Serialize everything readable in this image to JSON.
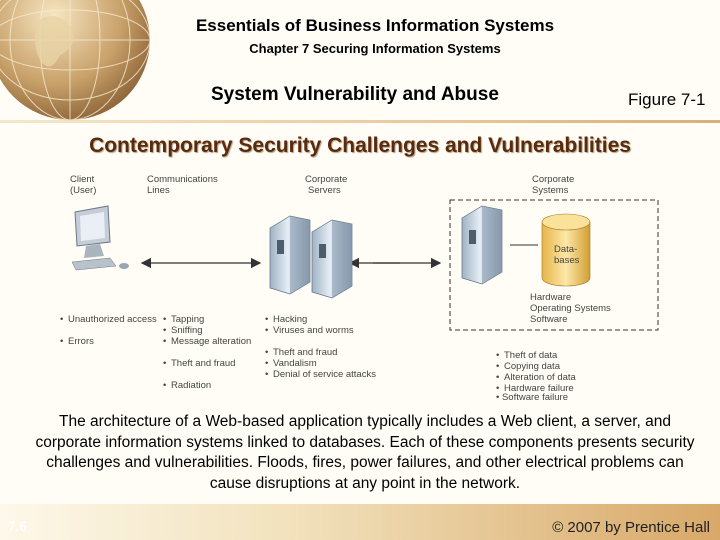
{
  "header": {
    "title": "Essentials of Business Information Systems",
    "subtitle": "Chapter 7 Securing Information Systems"
  },
  "section_title": "System Vulnerability and Abuse",
  "figure_label": "Figure 7-1",
  "headline": "Contemporary Security Challenges and Vulnerabilities",
  "diagram": {
    "client_label": [
      "Client",
      "(User)"
    ],
    "comm_label": [
      "Communications",
      "Lines"
    ],
    "servers_label": [
      "Corporate",
      "Servers"
    ],
    "systems_label": [
      "Corporate",
      "Systems"
    ],
    "db_label": [
      "Data-",
      "bases"
    ],
    "systems_components": [
      "Hardware",
      "Operating Systems",
      "Software"
    ],
    "client_risks": [
      "Unauthorized access",
      "Errors"
    ],
    "comm_risks": [
      "Tapping",
      "Sniffing",
      "Message alteration",
      "Theft and fraud",
      "Radiation"
    ],
    "server_risks": [
      "Hacking",
      "Viruses and worms",
      "Theft and fraud",
      "Vandalism",
      "Denial of service attacks"
    ],
    "system_risks": [
      "Theft of data",
      "Copying data",
      "Alteration of data",
      "Hardware failure",
      "Software failure"
    ]
  },
  "caption": "The architecture of a Web-based application typically includes a Web client, a server, and corporate information systems linked to databases. Each of these components presents security challenges and vulnerabilities. Floods, fires, power failures, and other electrical problems can cause disruptions at any point in the network.",
  "footer": {
    "page": "7.6",
    "copyright": "© 2007 by Prentice Hall"
  }
}
